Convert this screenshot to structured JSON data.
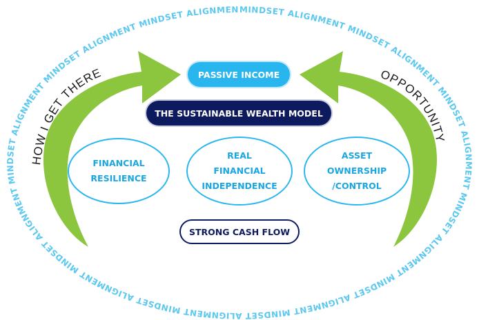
{
  "ring": {
    "phrase": "MINDSET ALIGNMENT"
  },
  "arrows": {
    "left_label": "HOW I GET THERE",
    "right_label": "OPPORTUNITY"
  },
  "center": {
    "top_pill": "PASSIVE INCOME",
    "model_pill": "THE SUSTAINABLE WEALTH MODEL",
    "bottom_pill": "STRONG CASH FLOW"
  },
  "pillars": [
    {
      "lines": [
        "FINANCIAL",
        "RESILIENCE"
      ]
    },
    {
      "lines": [
        "REAL",
        "FINANCIAL",
        "INDEPENDENCE"
      ]
    },
    {
      "lines": [
        "ASSET",
        "OWNERSHIP",
        "/CONTROL"
      ]
    }
  ],
  "colors": {
    "ring_text": "#5cc8f0",
    "arrow_green": "#8cc63f",
    "passive_pill": "#29b6ef",
    "model_pill": "#0d1a5e",
    "oval_border": "#29b6ef",
    "oval_text": "#1aa6e0"
  }
}
